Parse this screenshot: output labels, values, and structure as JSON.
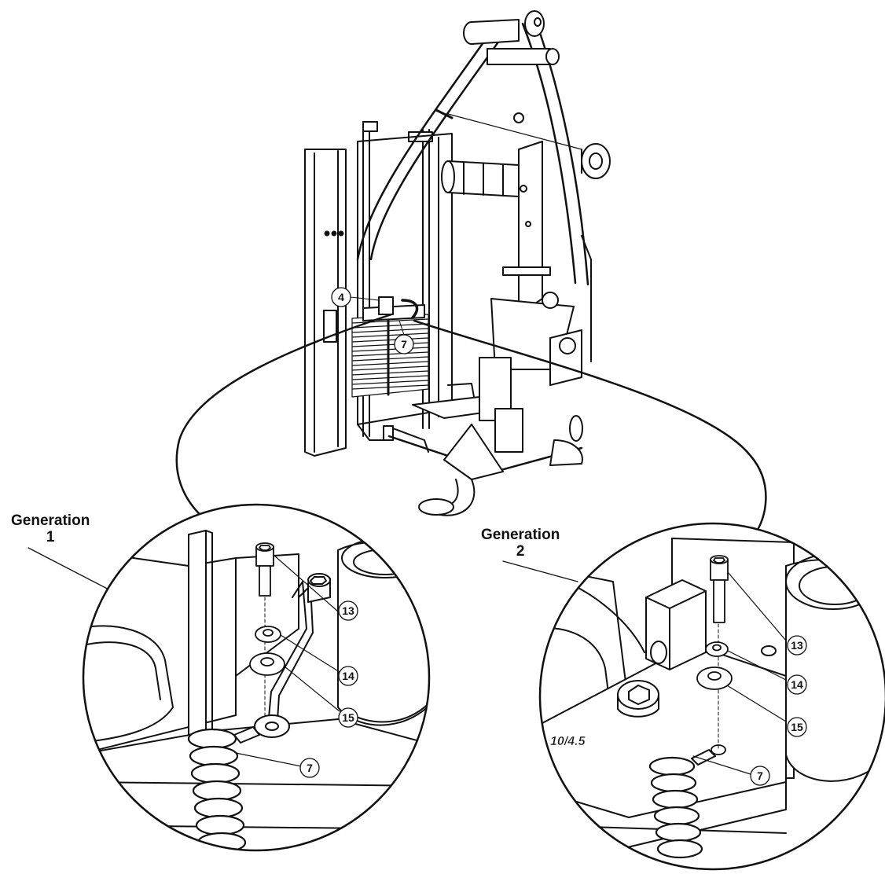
{
  "labels": {
    "gen1": {
      "title": "Generation",
      "number": "1"
    },
    "gen2": {
      "title": "Generation",
      "number": "2"
    },
    "plate_marking": "10/4.5"
  },
  "callouts": {
    "main_4": "4",
    "main_7": "7",
    "g1_13": "13",
    "g1_14": "14",
    "g1_15": "15",
    "g1_7": "7",
    "g2_13": "13",
    "g2_14": "14",
    "g2_15": "15",
    "g2_7": "7"
  },
  "colors": {
    "ink": "#111111",
    "shade": "#d7d7d7",
    "background": "#ffffff"
  },
  "icons": {
    "screw": "socket-head-cap-screw-icon",
    "washer": "washer-icon",
    "spring": "coiled-cable-icon"
  }
}
